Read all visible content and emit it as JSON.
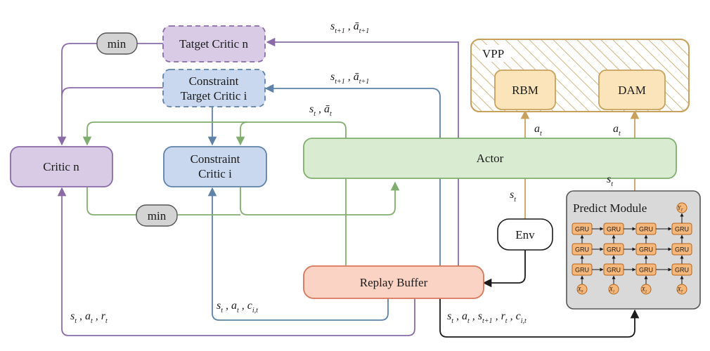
{
  "nodes": {
    "target_critic_n": "Tatget Critic n",
    "constraint_target_critic_line1": "Constraint",
    "constraint_target_critic_line2": "Target Critic i",
    "critic_n": "Critic n",
    "constraint_critic_line1": "Constraint",
    "constraint_critic_line2": "Critic i",
    "actor": "Actor",
    "replay_buffer": "Replay Buffer",
    "env": "Env",
    "vpp": "VPP",
    "rbm": "RBM",
    "dam": "DAM",
    "predict_module": "Predict Module",
    "min_top": "min",
    "min_bottom": "min"
  },
  "gru": {
    "cell_label": "GRU",
    "inputs": [
      "X0",
      "X1",
      "X2",
      "XT"
    ],
    "output": "YT"
  },
  "labels": {
    "st1_at1_purple": "s t+1 , ā t+1",
    "st1_at1_blue": "s t+1 , ā t+1",
    "st_abar": "s t , ā t",
    "a_rbm": "a t",
    "a_dam": "a t",
    "s_env": "s t",
    "s_predict": "s t",
    "s_a_r": "s t , a t , r t",
    "s_a_c": "s t , a t , c i,t",
    "s_a_s_r_c": "s t , a t , s t+1 , r t , c i,t"
  },
  "colors": {
    "purple": "#8a6ba8",
    "blue": "#5f82a8",
    "green": "#7fae6e",
    "tan": "#c8a25c",
    "black": "#1a1a1a"
  }
}
